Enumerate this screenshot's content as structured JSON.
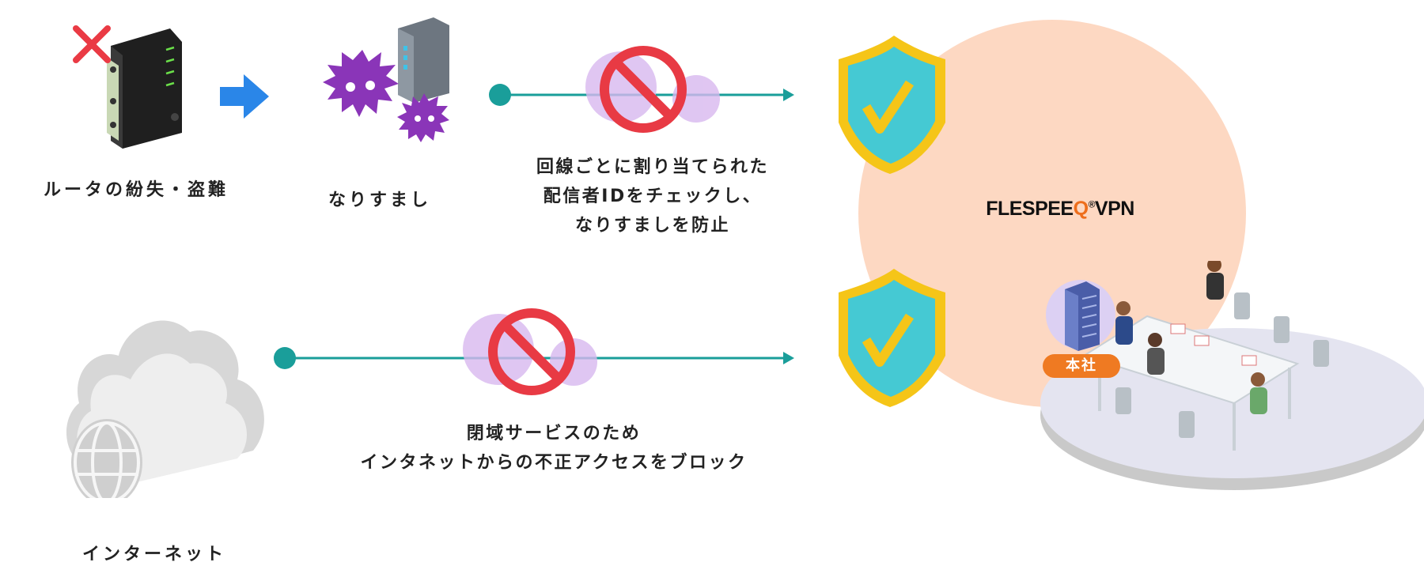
{
  "threats": {
    "router_loss": "ルータの紛失・盗難",
    "spoofing": "なりすまし",
    "internet": "インターネット"
  },
  "protections": {
    "spoofing_line1": "回線ごとに割り当てられた",
    "spoofing_line2": "配信者IDをチェックし、",
    "spoofing_line3": "なりすましを防止",
    "internet_line1": "閉域サービスのため",
    "internet_line2": "インタネットからの不正アクセスをブロック"
  },
  "vpn": {
    "brand_prefix": "FLESPEE",
    "brand_q": "Q",
    "brand_reg": "®",
    "brand_suffix": "VPN"
  },
  "office": {
    "badge": "本社"
  },
  "colors": {
    "line": "#1a9e9a",
    "prohibit": "#e83a44",
    "virus": "#8a35b8",
    "arrow": "#2a86e8",
    "vpn_circle": "#fdd8c2",
    "shield": "#f5c518",
    "badge": "#ef7a22"
  }
}
